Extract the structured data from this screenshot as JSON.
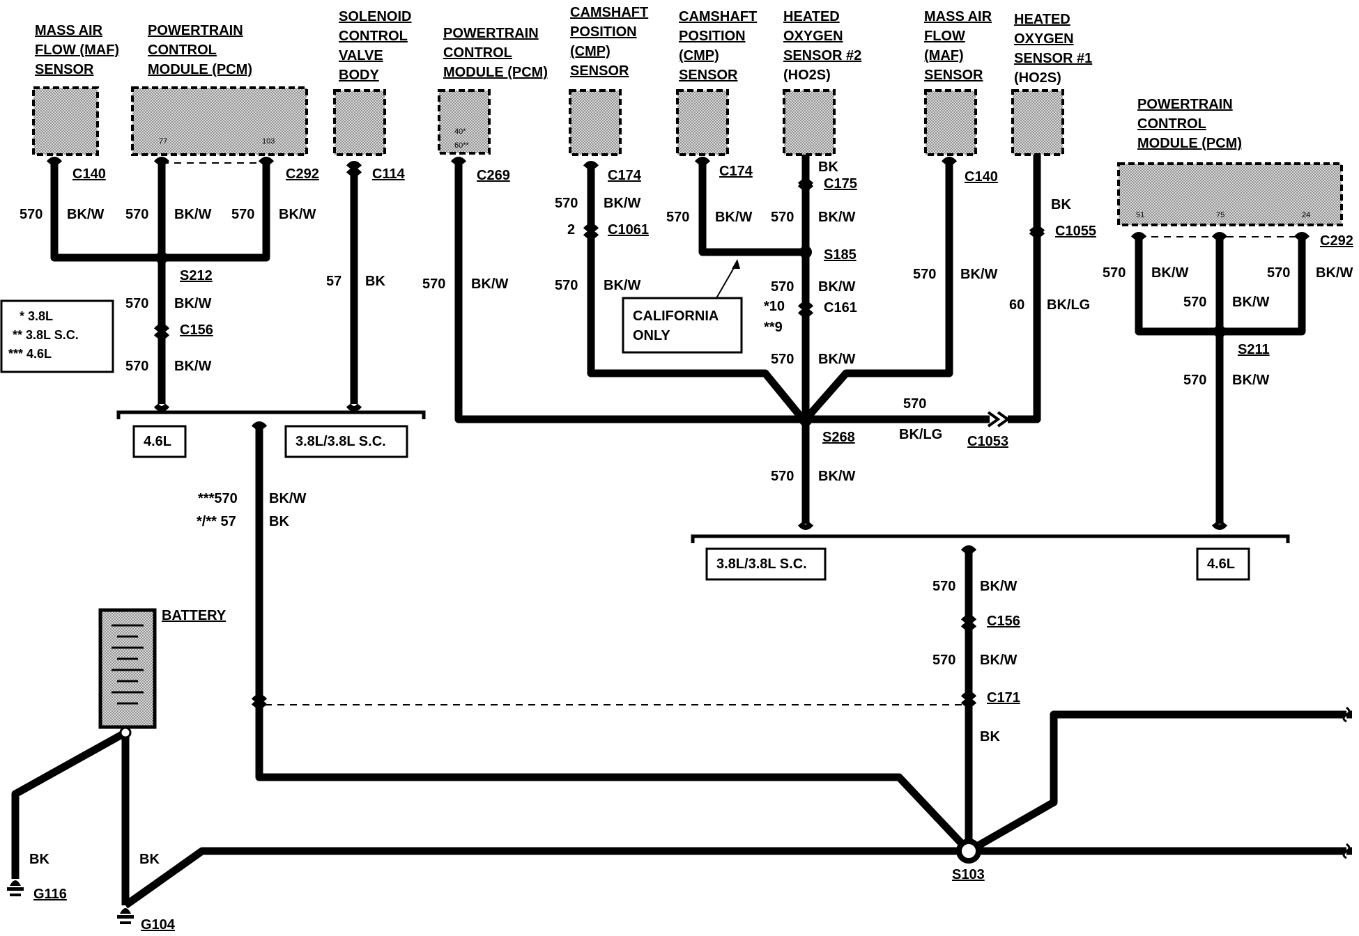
{
  "components": {
    "maf_left": [
      "MASS AIR",
      "FLOW (MAF)",
      "SENSOR"
    ],
    "pcm_left": [
      "POWERTRAIN",
      "CONTROL",
      "MODULE (PCM)"
    ],
    "pcm_left_pins": [
      "77",
      "103"
    ],
    "solenoid": [
      "SOLENOID",
      "CONTROL",
      "VALVE",
      "BODY"
    ],
    "pcm_mid": [
      "POWERTRAIN",
      "CONTROL",
      "MODULE (PCM)"
    ],
    "pcm_mid_pins": [
      "40*",
      "60**"
    ],
    "cmp_1": [
      "CAMSHAFT",
      "POSITION",
      "(CMP)",
      "SENSOR"
    ],
    "cmp_2": [
      "CAMSHAFT",
      "POSITION",
      "(CMP)",
      "SENSOR"
    ],
    "ho2s_2": [
      "HEATED",
      "OXYGEN",
      "SENSOR #2",
      "(HO2S)"
    ],
    "maf_right": [
      "MASS AIR",
      "FLOW",
      "(MAF)",
      "SENSOR"
    ],
    "ho2s_1": [
      "HEATED",
      "OXYGEN",
      "SENSOR #1",
      "(HO2S)"
    ],
    "pcm_right": [
      "POWERTRAIN",
      "CONTROL",
      "MODULE (PCM)"
    ],
    "pcm_right_pins": [
      "51",
      "75",
      "24"
    ],
    "battery": "BATTERY"
  },
  "connectors": {
    "c140a": "C140",
    "c292a": "C292",
    "c114": "C114",
    "c269": "C269",
    "c174a": "C174",
    "c1061": "C1061",
    "c174b": "C174",
    "c175": "C175",
    "c161": "C161",
    "c140b": "C140",
    "c1055": "C1055",
    "c1053": "C1053",
    "c292b": "C292",
    "c156a": "C156",
    "c156b": "C156",
    "c171": "C171"
  },
  "splices": {
    "s212": "S212",
    "s185": "S185",
    "s268": "S268",
    "s211": "S211",
    "s103": "S103"
  },
  "grounds": {
    "g116": "G116",
    "g104": "G104"
  },
  "wires": {
    "w570": "570",
    "w57": "57",
    "w60": "60",
    "w2": "2",
    "bkw": "BK/W",
    "bk": "BK",
    "bklg": "BK/LG",
    "c161_a": "*10",
    "c161_b": "**9",
    "combo_a_num": "***570",
    "combo_b_num": "*/** 57"
  },
  "legend": [
    "*  3.8L",
    "**  3.8L S.C.",
    "*** 4.6L"
  ],
  "variants": {
    "left_46": "4.6L",
    "left_38": "3.8L/3.8L S.C.",
    "right_38": "3.8L/3.8L S.C.",
    "right_46": "4.6L"
  },
  "note": [
    "CALIFORNIA",
    "ONLY"
  ]
}
